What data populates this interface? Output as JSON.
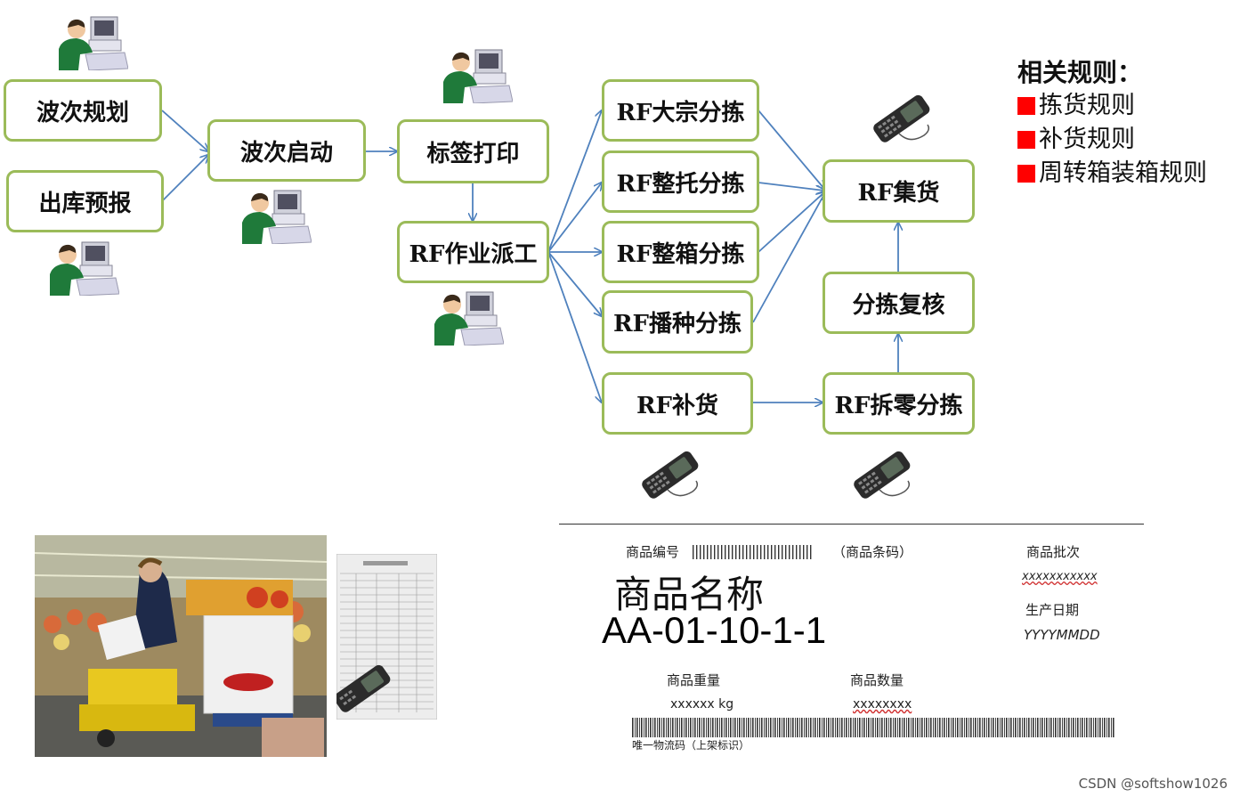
{
  "nodes": {
    "wave_plan": "波次规划",
    "outbound_forecast": "出库预报",
    "wave_start": "波次启动",
    "label_print": "标签打印",
    "rf_dispatch": "RF作业派工",
    "rf_bulk_pick": "RF大宗分拣",
    "rf_pallet_pick": "RF整托分拣",
    "rf_case_pick": "RF整箱分拣",
    "rf_seed_pick": "RF播种分拣",
    "rf_replenish": "RF补货",
    "rf_collect": "RF集货",
    "pick_review": "分拣复核",
    "rf_piece_pick": "RF拆零分拣"
  },
  "rules": {
    "title": "相关规则：",
    "items": [
      "拣货规则",
      "补货规则",
      "周转箱装箱规则"
    ],
    "bullet_color": "#ff0000"
  },
  "label": {
    "product_code_label": "商品编号",
    "barcode_note": "（商品条码）",
    "batch_label": "商品批次",
    "batch_value": "xxxxxxxxxxx",
    "product_name": "商品名称",
    "location_code": "AA-01-10-1-1",
    "production_date_label": "生产日期",
    "production_date_value": "YYYYMMDD",
    "weight_label": "商品重量",
    "weight_value": "xxxxxx  kg",
    "quantity_label": "商品数量",
    "quantity_value": "xxxxxxxx",
    "unique_code_label": "唯一物流码（上架标识）"
  },
  "colors": {
    "box_border": "#9bbb59",
    "arrow": "#4f81bd"
  },
  "watermark": "CSDN @softshow1026"
}
